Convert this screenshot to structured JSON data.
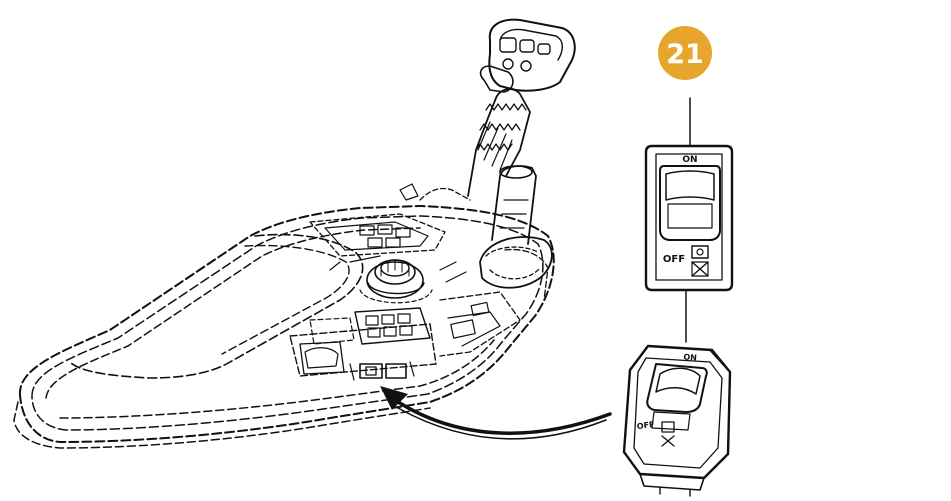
{
  "callout": {
    "number": "21",
    "color": "#e8a52d",
    "text_color": "#ffffff"
  },
  "switch_top": {
    "on_label": "ON",
    "off_label": "OFF"
  },
  "switch_bottom": {
    "on_label": "ON",
    "off_label": "OFF"
  },
  "colors": {
    "line": "#111111",
    "background": "#ffffff"
  },
  "icons": [
    "armrest-console-drawing",
    "joystick-drawing",
    "rocker-switch-drawing",
    "arrow-pointer"
  ]
}
